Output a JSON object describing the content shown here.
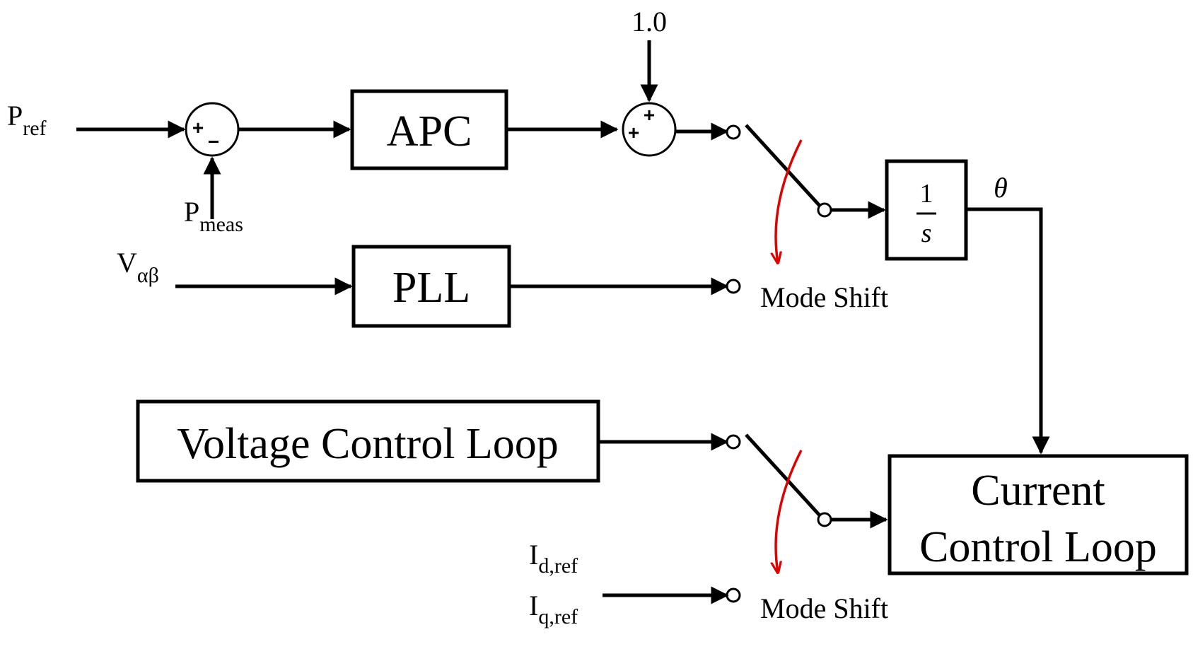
{
  "inputs": {
    "p_ref": {
      "main": "P",
      "sub": "ref"
    },
    "p_meas": {
      "main": "P",
      "sub": "meas"
    },
    "v_alphabeta": {
      "main": "V",
      "sub": "αβ"
    },
    "const_input": "1.0",
    "id_ref": {
      "main": "I",
      "sub": "d,ref"
    },
    "iq_ref": {
      "main": "I",
      "sub": "q,ref"
    }
  },
  "blocks": {
    "apc": "APC",
    "pll": "PLL",
    "integrator_num": "1",
    "integrator_den": "s",
    "voltage_loop": "Voltage Control Loop",
    "current_loop_line1": "Current",
    "current_loop_line2": "Control Loop"
  },
  "signals": {
    "theta": "θ"
  },
  "summing_signs": {
    "sum1_plus": "+",
    "sum1_minus": "−",
    "sum2_plus_left": "+",
    "sum2_plus_top": "+"
  },
  "switch_labels": {
    "upper": "Mode Shift",
    "lower": "Mode Shift"
  },
  "colors": {
    "lines": "#000000",
    "mode_shift_arrow": "#e00000"
  }
}
